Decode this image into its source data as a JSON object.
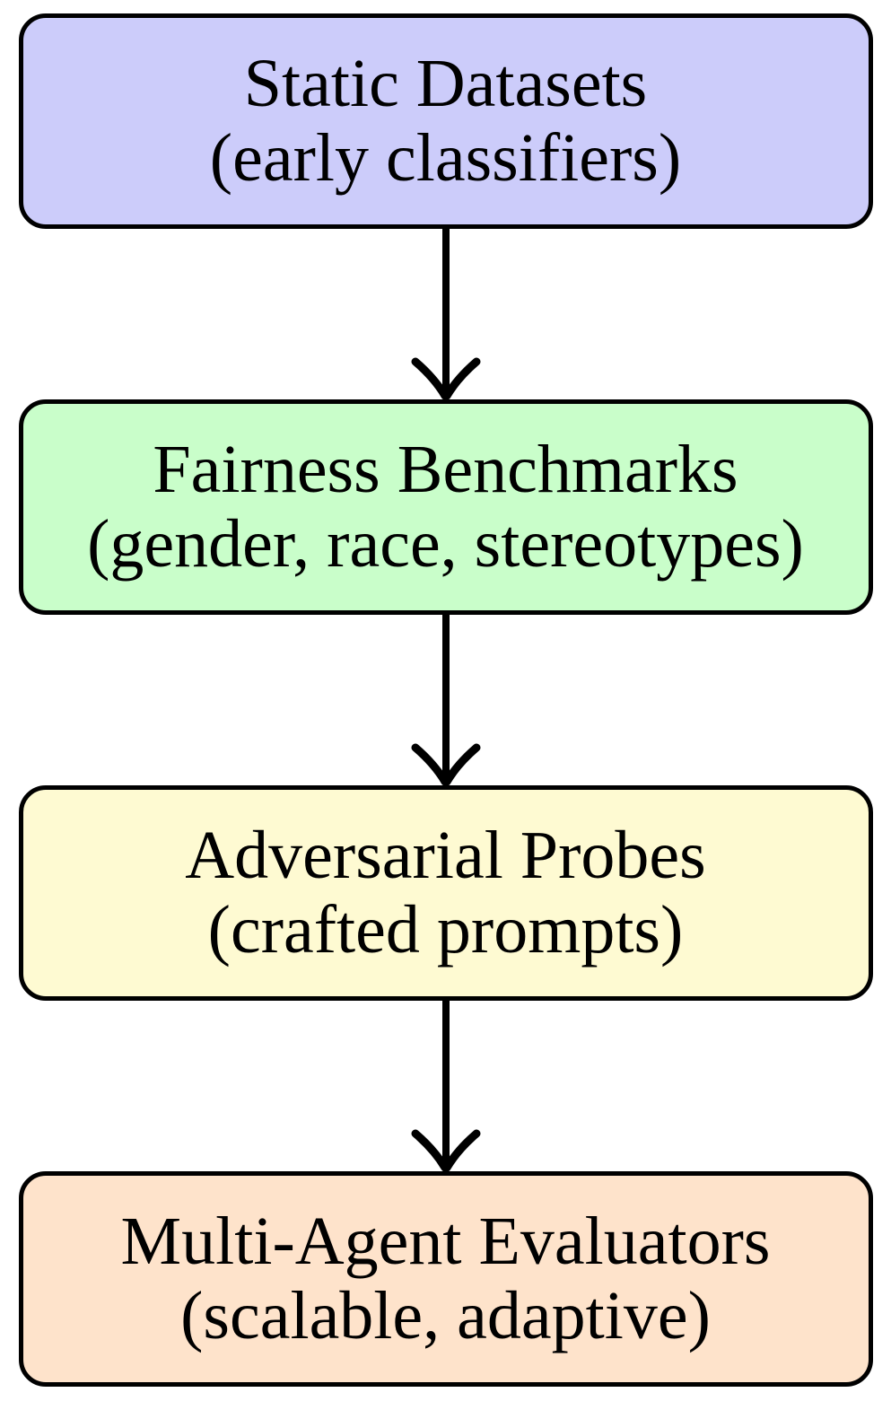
{
  "diagram": {
    "type": "flowchart",
    "direction": "top-to-bottom",
    "background_color": "#FFFFFF",
    "node_border_color": "#000000",
    "arrow_color": "#000000",
    "text_color": "#000000",
    "nodes": [
      {
        "id": "static-datasets",
        "title": "Static Datasets",
        "subtitle": "(early classifiers)",
        "fill": "#CCCCFA"
      },
      {
        "id": "fairness-benchmarks",
        "title": "Fairness Benchmarks",
        "subtitle": "(gender, race, stereotypes)",
        "fill": "#C9FECA"
      },
      {
        "id": "adversarial-probes",
        "title": "Adversarial Probes",
        "subtitle": "(crafted prompts)",
        "fill": "#FEFAD2"
      },
      {
        "id": "multi-agent-evaluators",
        "title": "Multi-Agent Evaluators",
        "subtitle": "(scalable, adaptive)",
        "fill": "#FEE3CB"
      }
    ],
    "edges": [
      {
        "from": "static-datasets",
        "to": "fairness-benchmarks"
      },
      {
        "from": "fairness-benchmarks",
        "to": "adversarial-probes"
      },
      {
        "from": "adversarial-probes",
        "to": "multi-agent-evaluators"
      }
    ]
  }
}
